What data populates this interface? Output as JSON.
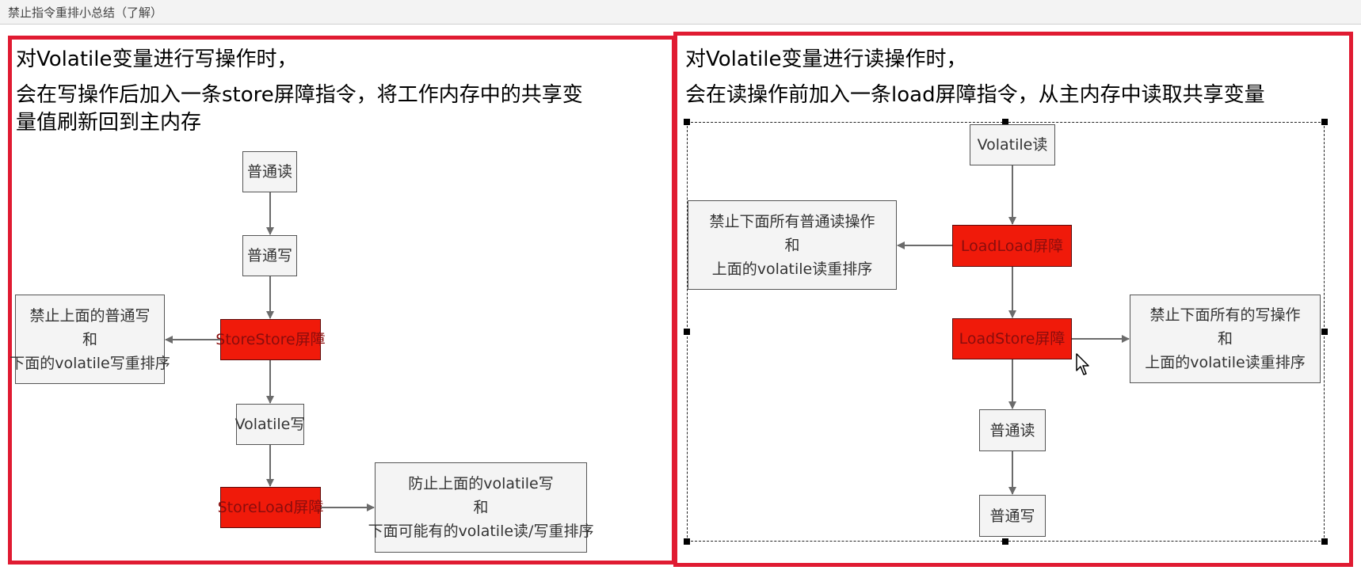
{
  "window": {
    "title": "禁止指令重排小总结（了解）"
  },
  "left": {
    "heading_line1": "对Volatile变量进行写操作时，",
    "heading_line2": "会在写操作后加入一条store屏障指令，将工作内存中的共享变",
    "heading_line3": "量值刷新回到主内存",
    "nodes": {
      "normal_read": "普通读",
      "normal_write": "普通写",
      "storestore": "StoreStore屏障",
      "volatile_write": "Volatile写",
      "storeload": "StoreLoad屏障"
    },
    "note_storestore": [
      "禁止上面的普通写",
      "和",
      "下面的volatile写重排序"
    ],
    "note_storeload": [
      "防止上面的volatile写",
      "和",
      "下面可能有的volatile读/写重排序"
    ]
  },
  "right": {
    "heading_line1": "对Volatile变量进行读操作时，",
    "heading_line2": "会在读操作前加入一条load屏障指令，从主内存中读取共享变量",
    "nodes": {
      "volatile_read": "Volatile读",
      "loadload": "LoadLoad屏障",
      "loadstore": "LoadStore屏障",
      "normal_read": "普通读",
      "normal_write": "普通写"
    },
    "note_loadload": [
      "禁止下面所有普通读操作",
      "和",
      "上面的volatile读重排序"
    ],
    "note_loadstore": [
      "禁止下面所有的写操作",
      "和",
      "上面的volatile读重排序"
    ]
  },
  "colors": {
    "frame": "#e01b32",
    "barrier": "#f01a0a",
    "box_bg": "#f4f4f4",
    "arrow": "#6b6b6b"
  }
}
